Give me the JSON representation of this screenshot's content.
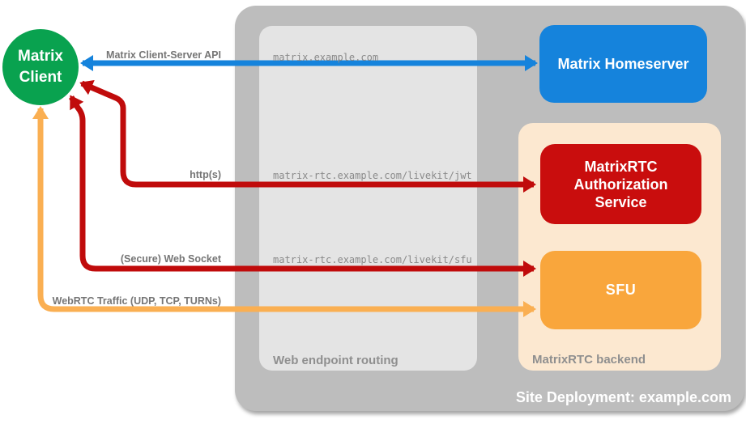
{
  "title": "MatrixRTC site deployment diagram",
  "colors": {
    "outer_bg": "#BDBDBD",
    "inner_bg": "#E4E4E4",
    "backend_bg": "#FCE8D0",
    "client_green": "#09A24F",
    "homeserver_blue": "#1583DC",
    "auth_red": "#C90D0D",
    "sfu_orange": "#F9A63C",
    "arrow_blue": "#1583DC",
    "arrow_red": "#C00B0B",
    "arrow_orange": "#FAAF52",
    "arrow_label_gray": "#757575",
    "mono_gray": "#8A8A8A",
    "section_gray": "#8F8F8F"
  },
  "client": {
    "label": "Matrix Client"
  },
  "nodes": {
    "homeserver": {
      "label": "Matrix Homeserver"
    },
    "auth_service": {
      "label": "MatrixRTC Authorization Service"
    },
    "sfu": {
      "label": "SFU"
    }
  },
  "containers": {
    "site": {
      "label": "Site Deployment: example.com"
    },
    "routing": {
      "label": "Web endpoint routing"
    },
    "backend": {
      "label": "MatrixRTC backend"
    }
  },
  "connections": [
    {
      "label": "Matrix Client-Server API",
      "from": "Matrix Client",
      "to": "Matrix Homeserver",
      "via": "matrix.example.com",
      "bidirectional": true,
      "color": "#1583DC"
    },
    {
      "label": "http(s)",
      "from": "Matrix Client",
      "to": "MatrixRTC Authorization Service",
      "via": "matrix-rtc.example.com/livekit/jwt",
      "bidirectional": true,
      "color": "#C00B0B"
    },
    {
      "label": "(Secure) Web Socket",
      "from": "Matrix Client",
      "to": "SFU",
      "via": "matrix-rtc.example.com/livekit/sfu",
      "bidirectional": true,
      "color": "#C00B0B"
    },
    {
      "label": "WebRTC Traffic (UDP, TCP, TURNs)",
      "from": "Matrix Client",
      "to": "SFU",
      "via": "",
      "bidirectional": true,
      "color": "#FAAF52"
    }
  ]
}
